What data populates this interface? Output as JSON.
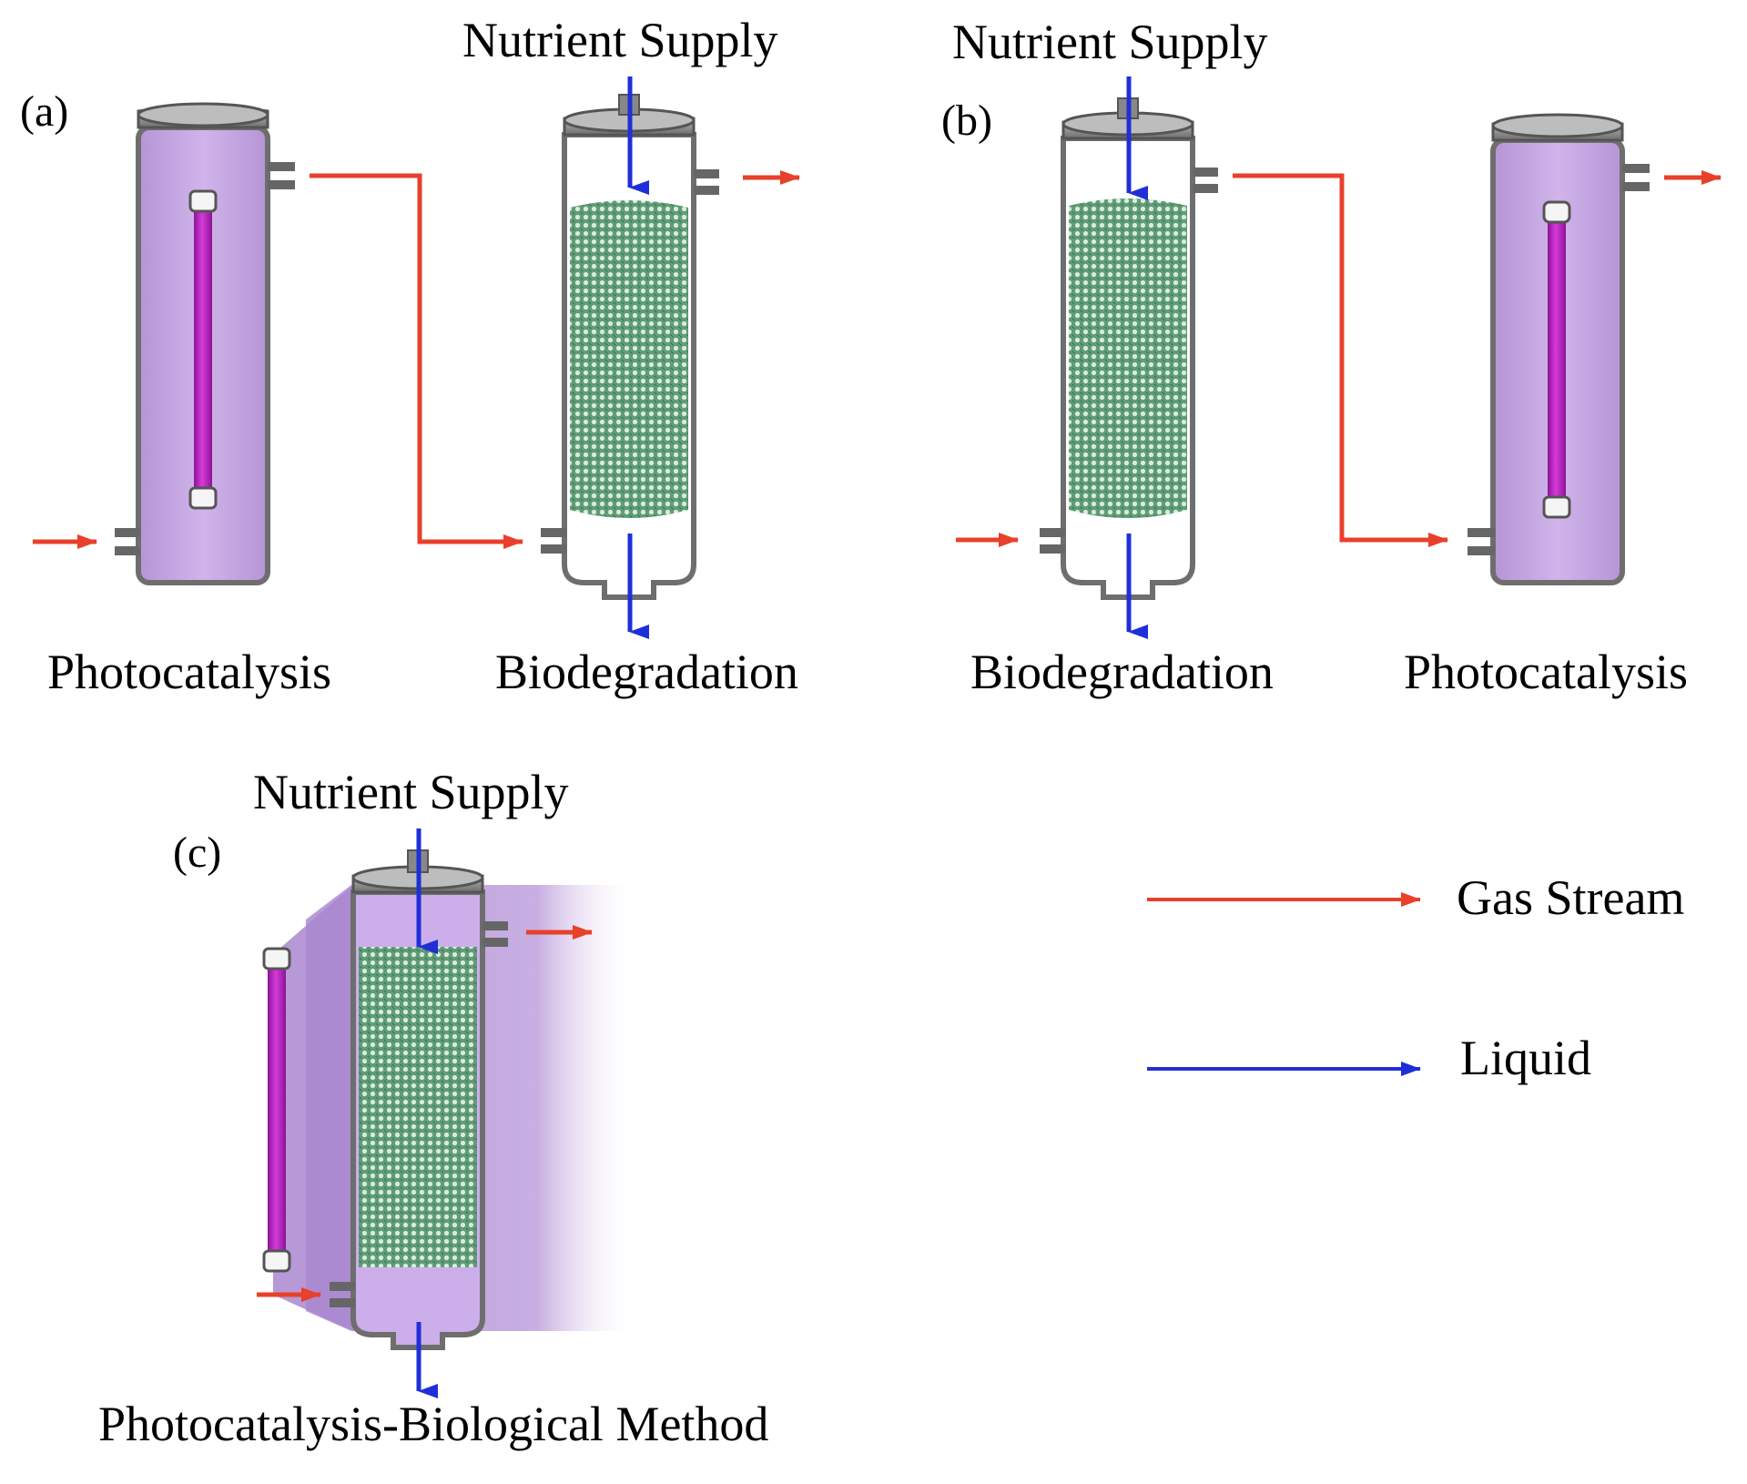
{
  "panels": {
    "a": {
      "tag": "(a)",
      "nutrient": "Nutrient Supply",
      "left_label": "Photocatalysis",
      "right_label": "Biodegradation"
    },
    "b": {
      "tag": "(b)",
      "nutrient": "Nutrient Supply",
      "left_label": "Biodegradation",
      "right_label": "Photocatalysis"
    },
    "c": {
      "tag": "(c)",
      "nutrient": "Nutrient Supply",
      "label": "Photocatalysis-Biological Method"
    }
  },
  "legend": {
    "gas": "Gas Stream",
    "liquid": "Liquid"
  },
  "colors": {
    "gas_stream": "#e8402a",
    "liquid": "#1f2fd8",
    "reactor_fill": "#c8a8e4",
    "uv_lamp": "#c21fc6",
    "packing": "#3f8a5e"
  }
}
